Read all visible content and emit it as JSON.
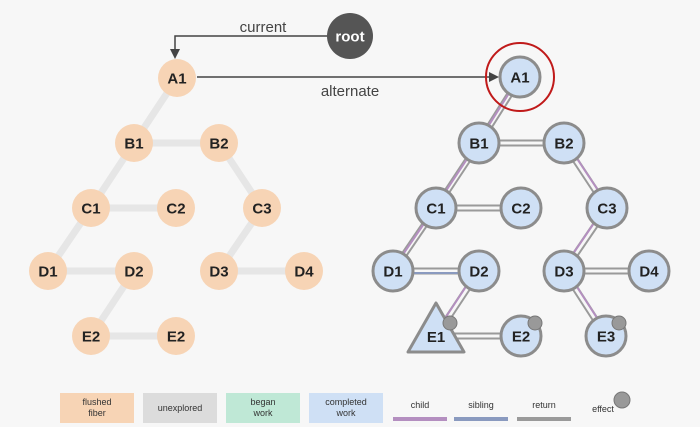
{
  "labels": {
    "root": "root",
    "current": "current",
    "alternate": "alternate"
  },
  "colors": {
    "flushed_fill": "#f7d4b5",
    "completed_fill": "#cfe0f5",
    "completed_stroke": "#8c8c8c",
    "faded_edge": "#e6e6e6",
    "child_edge": "#b48fc0",
    "sibling_edge": "#8a9abf",
    "return_edge": "#9a9a9a",
    "root_fill": "#555555",
    "highlight_ring": "#c01a1a",
    "effect_dot": "#999999"
  },
  "left_tree": {
    "nodes": [
      "A1",
      "B1",
      "B2",
      "C1",
      "C2",
      "C3",
      "D1",
      "D2",
      "D3",
      "D4",
      "E2",
      "E2"
    ]
  },
  "right_tree": {
    "nodes": [
      "A1",
      "B1",
      "B2",
      "C1",
      "C2",
      "C3",
      "D1",
      "D2",
      "D3",
      "D4",
      "E1",
      "E2",
      "E3"
    ]
  },
  "legend": {
    "flushed": [
      "flushed",
      "fiber"
    ],
    "unexplored": "unexplored",
    "began": [
      "began",
      "work"
    ],
    "completed": [
      "completed",
      "work"
    ],
    "child": "child",
    "sibling": "sibling",
    "return": "return",
    "effect": "effect"
  }
}
